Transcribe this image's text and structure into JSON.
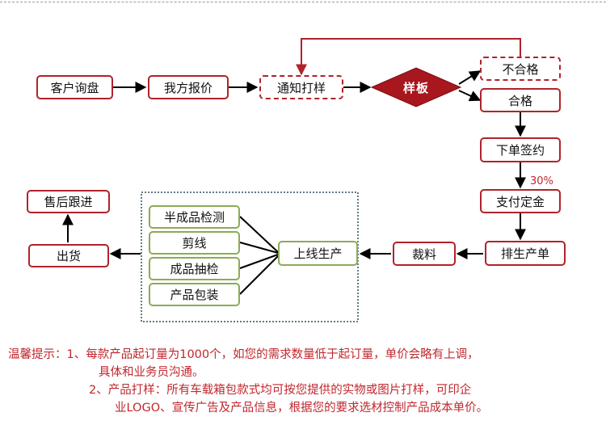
{
  "flowchart": {
    "nodes": {
      "inquiry": "客户询盘",
      "quote": "我方报价",
      "notify_sample": "通知打样",
      "sample": "样板",
      "fail": "不合格",
      "pass": "合格",
      "order_contract": "下单签约",
      "deposit": "支付定金",
      "schedule": "排生产单",
      "cutting": "裁料",
      "production": "上线生产",
      "semi_inspect": "半成品检测",
      "trim": "剪线",
      "finished_inspect": "成品抽检",
      "packing": "产品包装",
      "shipping": "出货",
      "after_sales": "售后跟进"
    },
    "deposit_rate": "30%",
    "colors": {
      "primary_red": "#b0232a",
      "diamond_fill": "#a8161e",
      "green_border": "#8cab55",
      "note_red": "#c0272d",
      "dotted_frame": "#2f4f5f"
    }
  },
  "notes": {
    "line1": "温馨提示：1、每款产品起订量为1000个，如您的需求数量低于起订量，单价会略有上调，",
    "line2": "具体和业务员沟通。",
    "line3": "2、产品打样：所有车载箱包款式均可按您提供的实物或图片打样，可印企",
    "line4": "业LOGO、宣传广告及产品信息，根据您的要求选材控制产品成本单价。"
  }
}
